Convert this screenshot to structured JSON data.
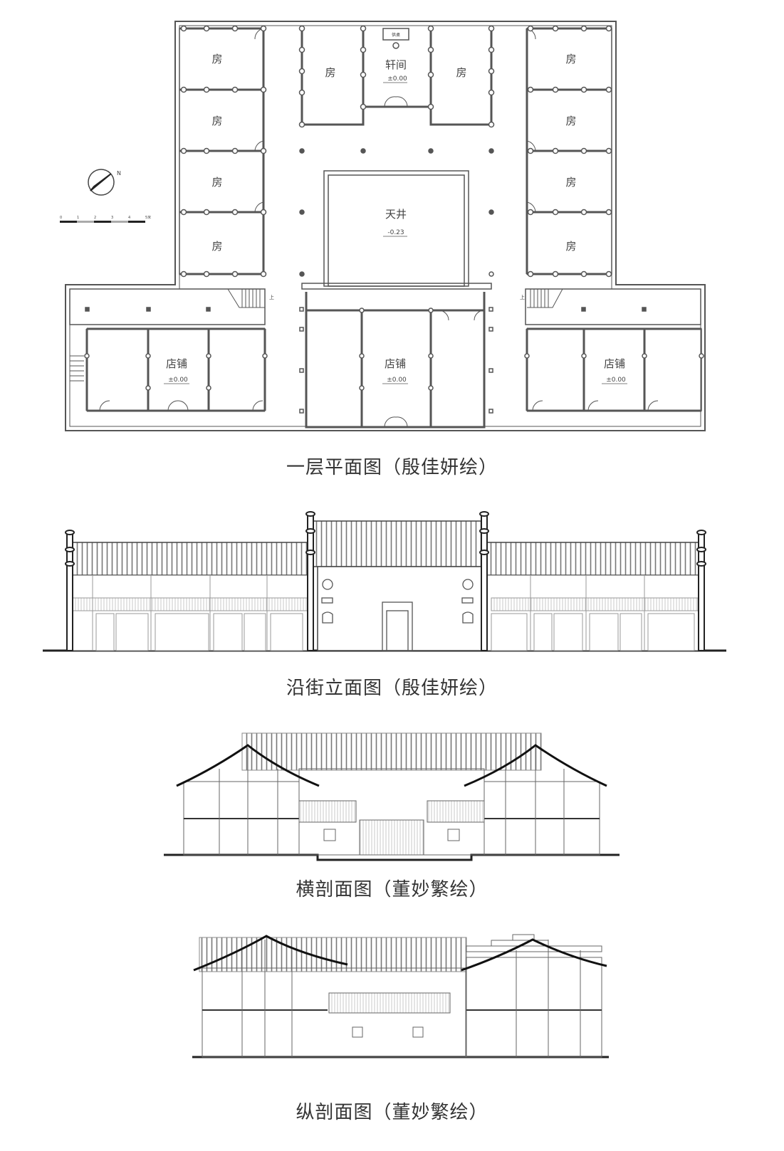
{
  "floor_plan": {
    "caption": "一层平面图（殷佳妍绘）",
    "north_label": "N",
    "scale_bar": {
      "ticks": [
        "0",
        "1",
        "2",
        "3",
        "4",
        "5米"
      ]
    },
    "rooms": {
      "left_wing": [
        "房",
        "房",
        "房",
        "房"
      ],
      "right_wing": [
        "房",
        "房",
        "房",
        "房"
      ],
      "front_left": "房",
      "front_right": "房",
      "central_hall": {
        "label": "轩间",
        "elevation": "±0.00",
        "altar": "供桌"
      },
      "courtyard": {
        "label": "天井",
        "elevation": "-0.23"
      },
      "shops": [
        {
          "label": "店铺",
          "elevation": "±0.00"
        },
        {
          "label": "店铺",
          "elevation": "±0.00"
        },
        {
          "label": "店铺",
          "elevation": "±0.00"
        }
      ]
    },
    "stair_label": "上"
  },
  "street_elevation": {
    "caption": "沿街立面图（殷佳妍绘）"
  },
  "cross_section": {
    "caption": "横剖面图（董妙繁绘）"
  },
  "longitudinal_section": {
    "caption": "纵剖面图（董妙繁绘）"
  }
}
